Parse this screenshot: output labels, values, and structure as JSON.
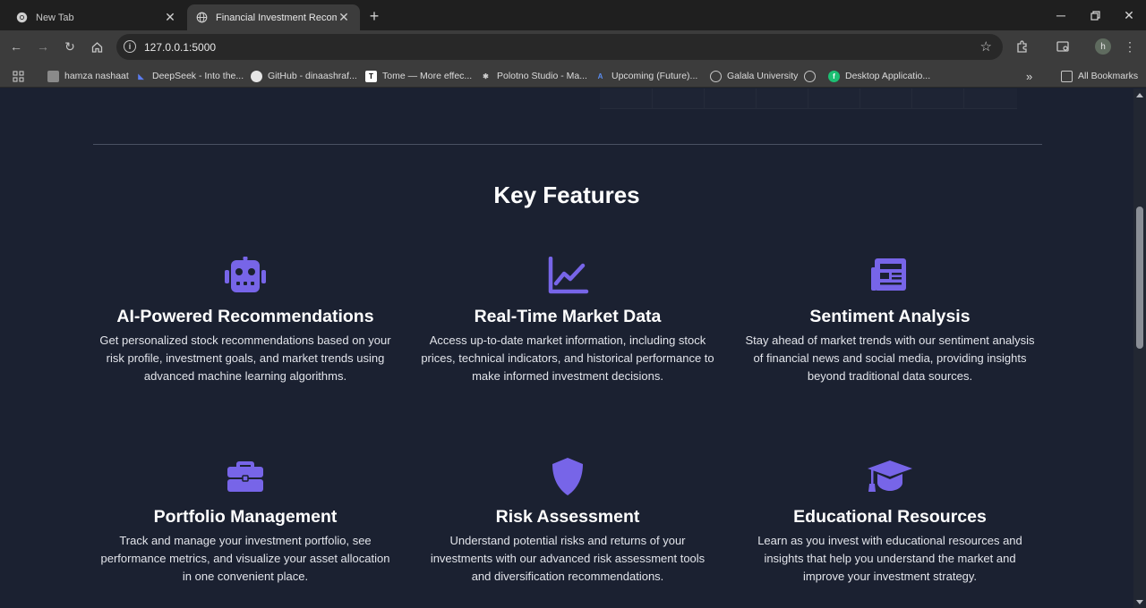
{
  "browser": {
    "tabs": [
      {
        "title": "New Tab",
        "active": false
      },
      {
        "title": "Financial Investment Recommen",
        "active": true
      }
    ],
    "url": "127.0.0.1:5000",
    "profile_initial": "h",
    "bookmarks": [
      "hamza nashaat",
      "DeepSeek - Into the...",
      "GitHub - dinaashraf...",
      "Tome — More effec...",
      "Polotno Studio - Ma...",
      "Upcoming (Future)...",
      "Galala University",
      "",
      "Desktop Applicatio..."
    ],
    "all_bookmarks_label": "All Bookmarks"
  },
  "page": {
    "section_title": "Key Features",
    "accent_color": "#7765e8",
    "features": [
      {
        "icon": "robot-icon",
        "title": "AI-Powered Recommendations",
        "description": "Get personalized stock recommendations based on your risk profile, investment goals, and market trends using advanced machine learning algorithms."
      },
      {
        "icon": "chart-line-icon",
        "title": "Real-Time Market Data",
        "description": "Access up-to-date market information, including stock prices, technical indicators, and historical performance to make informed investment decisions."
      },
      {
        "icon": "newspaper-icon",
        "title": "Sentiment Analysis",
        "description": "Stay ahead of market trends with our sentiment analysis of financial news and social media, providing insights beyond traditional data sources."
      },
      {
        "icon": "briefcase-icon",
        "title": "Portfolio Management",
        "description": "Track and manage your investment portfolio, see performance metrics, and visualize your asset allocation in one convenient place."
      },
      {
        "icon": "shield-icon",
        "title": "Risk Assessment",
        "description": "Understand potential risks and returns of your investments with our advanced risk assessment tools and diversification recommendations."
      },
      {
        "icon": "graduation-cap-icon",
        "title": "Educational Resources",
        "description": "Learn as you invest with educational resources and insights that help you understand the market and improve your investment strategy."
      }
    ]
  }
}
